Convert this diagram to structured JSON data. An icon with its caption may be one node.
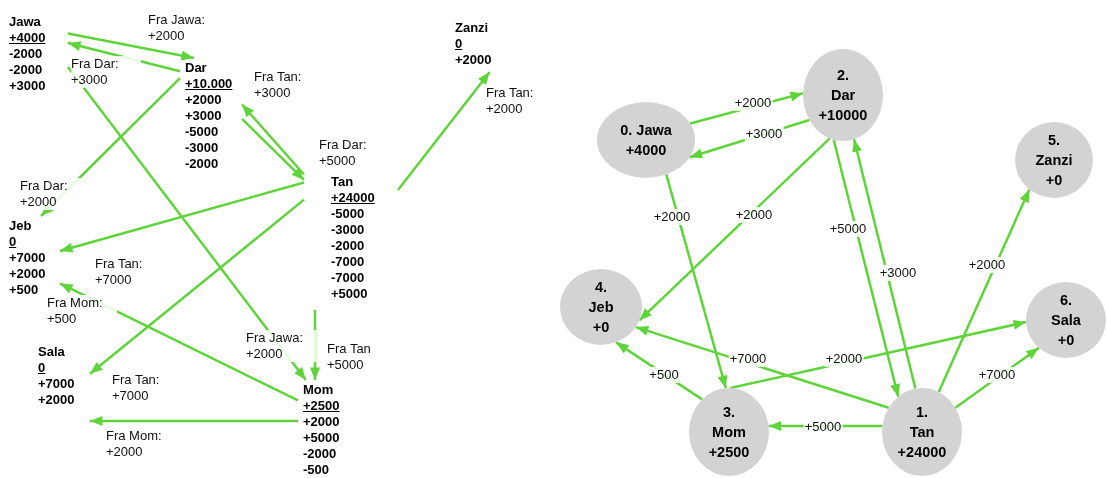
{
  "diagram": {
    "nodes": [
      {
        "text": [
          "Jawa",
          "+4000",
          "-2000",
          "-2000",
          "+3000"
        ]
      },
      {
        "text": [
          "Dar",
          "+10.000",
          "+2000",
          "+3000",
          "-5000",
          "-3000",
          "-2000"
        ]
      },
      {
        "text": [
          "Zanzi",
          "0",
          "+2000"
        ]
      },
      {
        "text": [
          "Tan",
          "+24000",
          "-5000",
          "-3000",
          "-2000",
          "-7000",
          "-7000",
          "+5000"
        ]
      },
      {
        "text": [
          "Jeb",
          "0",
          "+7000",
          "+2000",
          "+500"
        ]
      },
      {
        "text": [
          "Sala",
          "0",
          "+7000",
          "+2000"
        ]
      },
      {
        "text": [
          "Mom",
          "+2500",
          "+2000",
          "+5000",
          "-2000",
          "-500"
        ]
      },
      {
        "text": [
          "0. Jawa",
          "+4000"
        ]
      },
      {
        "text": [
          "2. Dar",
          "+10000"
        ]
      },
      {
        "text": [
          "5. Zanzi",
          "+0"
        ]
      },
      {
        "text": [
          "4. Jeb",
          "+0"
        ]
      },
      {
        "text": [
          "6. Sala",
          "+0"
        ]
      },
      {
        "text": [
          "3. Mom",
          "+2500"
        ]
      },
      {
        "text": [
          "1. Tan",
          "+24000"
        ]
      }
    ],
    "edges": [
      {
        "from": 0,
        "to": 1,
        "arrow": "to",
        "label": "Fra Jawa: +2000"
      },
      {
        "from": 1,
        "to": 0,
        "arrow": "to",
        "label": "Fra Dar: +3000"
      },
      {
        "from": 0,
        "to": 6,
        "arrow": "to",
        "label": "Fra Jawa: +2000"
      },
      {
        "from": 1,
        "to": 4,
        "arrow": "to",
        "label": "Fra Dar: +2000"
      },
      {
        "from": 1,
        "to": 3,
        "arrow": "to",
        "label": "Fra Dar: +5000"
      },
      {
        "from": 3,
        "to": 1,
        "arrow": "to",
        "label": "Fra Tan: +3000"
      },
      {
        "from": 3,
        "to": 2,
        "arrow": "to",
        "label": "Fra Tan: +2000"
      },
      {
        "from": 3,
        "to": 4,
        "arrow": "to",
        "label": "Fra Tan: +7000"
      },
      {
        "from": 3,
        "to": 5,
        "arrow": "to",
        "label": "Fra Tan: +7000"
      },
      {
        "from": 3,
        "to": 6,
        "arrow": "to",
        "label": "Fra Tan +5000"
      },
      {
        "from": 6,
        "to": 4,
        "arrow": "to",
        "label": "Fra Mom: +500"
      },
      {
        "from": 6,
        "to": 5,
        "arrow": "to",
        "label": "Fra Mom: +2000"
      },
      {
        "from": 7,
        "to": 8,
        "arrow": "to",
        "label": "+2000"
      },
      {
        "from": 8,
        "to": 7,
        "arrow": "to",
        "label": "+3000"
      },
      {
        "from": 7,
        "to": 12,
        "arrow": "to",
        "label": "+2000"
      },
      {
        "from": 8,
        "to": 10,
        "arrow": "to",
        "label": "+2000"
      },
      {
        "from": 8,
        "to": 13,
        "arrow": "to",
        "label": "+5000"
      },
      {
        "from": 13,
        "to": 8,
        "arrow": "to",
        "label": "+3000"
      },
      {
        "from": 13,
        "to": 9,
        "arrow": "to",
        "label": "+2000"
      },
      {
        "from": 13,
        "to": 10,
        "arrow": "to",
        "label": "+7000"
      },
      {
        "from": 12,
        "to": 11,
        "arrow": "to",
        "label": "+2000"
      },
      {
        "from": 13,
        "to": 11,
        "arrow": "to",
        "label": "+7000"
      },
      {
        "from": 12,
        "to": 10,
        "arrow": "to",
        "label": "+500"
      },
      {
        "from": 13,
        "to": 12,
        "arrow": "to",
        "label": "+5000"
      }
    ]
  }
}
